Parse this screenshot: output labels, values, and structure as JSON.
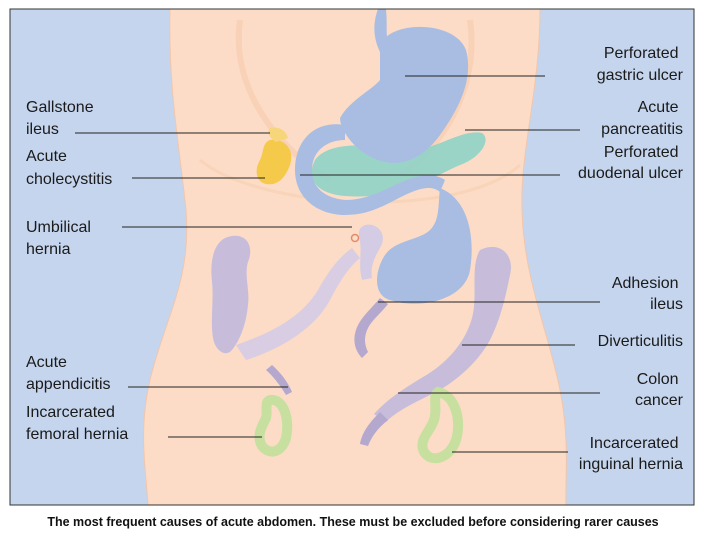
{
  "labels": {
    "perforated_gastric_ulcer": [
      "Perforated",
      "gastric ulcer"
    ],
    "acute_pancreatitis": [
      "Acute",
      "pancreatitis"
    ],
    "perforated_duodenal_ulcer": [
      "Perforated",
      "duodenal ulcer"
    ],
    "adhesion_ileus": [
      "Adhesion",
      "ileus"
    ],
    "diverticulitis": [
      "Diverticulitis"
    ],
    "colon_cancer": [
      "Colon",
      "cancer"
    ],
    "incarcerated_inguinal_hernia": [
      "Incarcerated",
      "inguinal hernia"
    ],
    "gallstone_ileus": [
      "Gallstone",
      "ileus"
    ],
    "acute_cholecystitis": [
      "Acute",
      "cholecystitis"
    ],
    "umbilical_hernia": [
      "Umbilical",
      "hernia"
    ],
    "acute_appendicitis": [
      "Acute",
      "appendicitis"
    ],
    "incarcerated_femoral_hernia": [
      "Incarcerated",
      "femoral hernia"
    ]
  },
  "caption": "The most frequent causes of acute abdomen. These must be excluded before considering rarer causes",
  "colors": {
    "background": "#c5d5ee",
    "skin": "#fcdcc6",
    "stomach": "#a9bde3",
    "pancreas": "#8fd3c7",
    "gallbladder": "#f5c94a",
    "colon": "#c7bddb",
    "hernia": "#c7e0a0"
  }
}
